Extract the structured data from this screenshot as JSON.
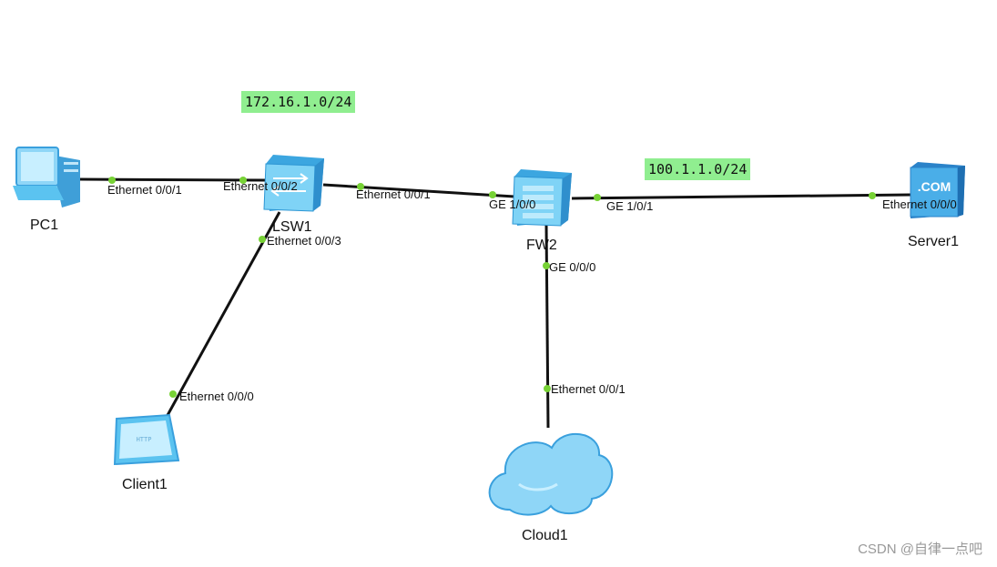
{
  "subnets": {
    "lan": "172.16.1.0/24",
    "wan": "100.1.1.0/24"
  },
  "devices": {
    "pc1": "PC1",
    "lsw1": "LSW1",
    "fw2": "FW2",
    "server1": "Server1",
    "client1": "Client1",
    "cloud1": "Cloud1"
  },
  "device_icons": {
    "pc1": "pc-icon",
    "lsw1": "switch-icon",
    "fw2": "firewall-icon",
    "server1": "server-icon",
    "client1": "http-client-icon",
    "cloud1": "cloud-icon"
  },
  "server_badge": ".COM",
  "client_badge": "HTTP",
  "ports": {
    "pc1_eth": "Ethernet 0/0/1",
    "lsw1_to_pc1": "Ethernet 0/0/2",
    "lsw1_to_fw2": "Ethernet 0/0/1",
    "lsw1_to_client1": "Ethernet 0/0/3",
    "fw2_to_lsw1": "GE 1/0/0",
    "fw2_to_server1": "GE 1/0/1",
    "fw2_to_cloud1": "GE 0/0/0",
    "server1_eth": "Ethernet 0/0/0",
    "client1_eth": "Ethernet 0/0/0",
    "cloud1_eth": "Ethernet 0/0/1"
  },
  "colors": {
    "link": "#111111",
    "port_dot": "#77d235",
    "subnet_bg": "#90ee90",
    "device_blue": "#5bc3f0"
  },
  "watermark": "CSDN @自律一点吧"
}
